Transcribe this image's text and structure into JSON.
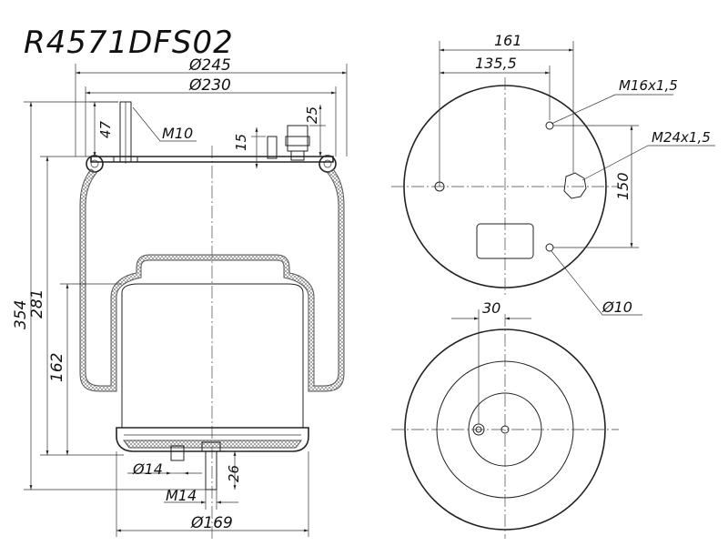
{
  "part_number": "R4571DFS02",
  "dimensions": {
    "dia_outer": "Ø245",
    "dia_inner": "Ø230",
    "height_total": "354",
    "height_upper": "281",
    "height_piston": "162",
    "stud_height": "47",
    "stud_thread": "M10",
    "air_height": "25",
    "pin_height": "15",
    "piston_hole": "Ø14",
    "piston_thread": "M14",
    "piston_stud": "26",
    "piston_dia": "Ø169",
    "top_dist_1": "161",
    "top_dist_2": "135,5",
    "top_thread_1": "M16x1,5",
    "top_thread_2": "M24x1,5",
    "top_spacing": "150",
    "top_hole": "Ø10",
    "bottom_offset": "30"
  }
}
